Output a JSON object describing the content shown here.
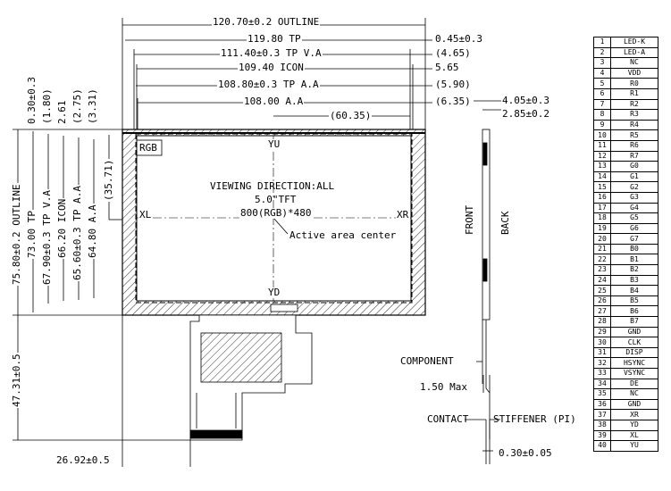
{
  "outline": {
    "top_dims": [
      "120.70±0.2 OUTLINE",
      "119.80 TP",
      "111.40±0.3 TP V.A",
      "109.40 ICON",
      "108.80±0.3 TP A.A",
      "108.00 A.A",
      "(60.35)"
    ],
    "top_right_dims": [
      "0.45±0.3",
      "(4.65)",
      "5.65",
      "(5.90)",
      "(6.35)"
    ],
    "left_dims": [
      "75.80±0.2 OUTLINE",
      "73.00 TP",
      "67.90±0.3 TP V.A",
      "66.20 ICON",
      "65.60±0.3 TP A.A",
      "64.80 A.A",
      "0.30±0.3",
      "(1.80)",
      "2.61",
      "(2.75)",
      "(3.31)",
      "(35.71)"
    ],
    "lower_left_dims": [
      "47.31±0.5",
      "26.92±0.5"
    ]
  },
  "panel": {
    "rgb": "RGB",
    "yu": "YU",
    "yd": "YD",
    "xl": "XL",
    "xr": "XR",
    "viewing": "VIEWING DIRECTION:ALL",
    "size": "5.0\"TFT",
    "resolution": "800(RGB)*480",
    "center_note": "Active area center"
  },
  "side_view": {
    "front": "FRONT",
    "back": "BACK",
    "dim_top1": "4.05±0.3",
    "dim_top2": "2.85±0.2",
    "component": "COMPONENT",
    "max_thickness": "1.50 Max",
    "contact": "CONTACT",
    "stiffener": "STIFFENER (PI)",
    "dim_bottom": "0.30±0.05"
  },
  "pins": [
    [
      "1",
      "LED-K"
    ],
    [
      "2",
      "LED-A"
    ],
    [
      "3",
      "NC"
    ],
    [
      "4",
      "VDD"
    ],
    [
      "5",
      "R0"
    ],
    [
      "6",
      "R1"
    ],
    [
      "7",
      "R2"
    ],
    [
      "8",
      "R3"
    ],
    [
      "9",
      "R4"
    ],
    [
      "10",
      "R5"
    ],
    [
      "11",
      "R6"
    ],
    [
      "12",
      "R7"
    ],
    [
      "13",
      "G0"
    ],
    [
      "14",
      "G1"
    ],
    [
      "15",
      "G2"
    ],
    [
      "16",
      "G3"
    ],
    [
      "17",
      "G4"
    ],
    [
      "18",
      "G5"
    ],
    [
      "19",
      "G6"
    ],
    [
      "20",
      "G7"
    ],
    [
      "21",
      "B0"
    ],
    [
      "22",
      "B1"
    ],
    [
      "23",
      "B2"
    ],
    [
      "24",
      "B3"
    ],
    [
      "25",
      "B4"
    ],
    [
      "26",
      "B5"
    ],
    [
      "27",
      "B6"
    ],
    [
      "28",
      "B7"
    ],
    [
      "29",
      "GND"
    ],
    [
      "30",
      "CLK"
    ],
    [
      "31",
      "DISP"
    ],
    [
      "32",
      "HSYNC"
    ],
    [
      "33",
      "VSYNC"
    ],
    [
      "34",
      "DE"
    ],
    [
      "35",
      "NC"
    ],
    [
      "36",
      "GND"
    ],
    [
      "37",
      "XR"
    ],
    [
      "38",
      "YD"
    ],
    [
      "39",
      "XL"
    ],
    [
      "40",
      "YU"
    ]
  ]
}
